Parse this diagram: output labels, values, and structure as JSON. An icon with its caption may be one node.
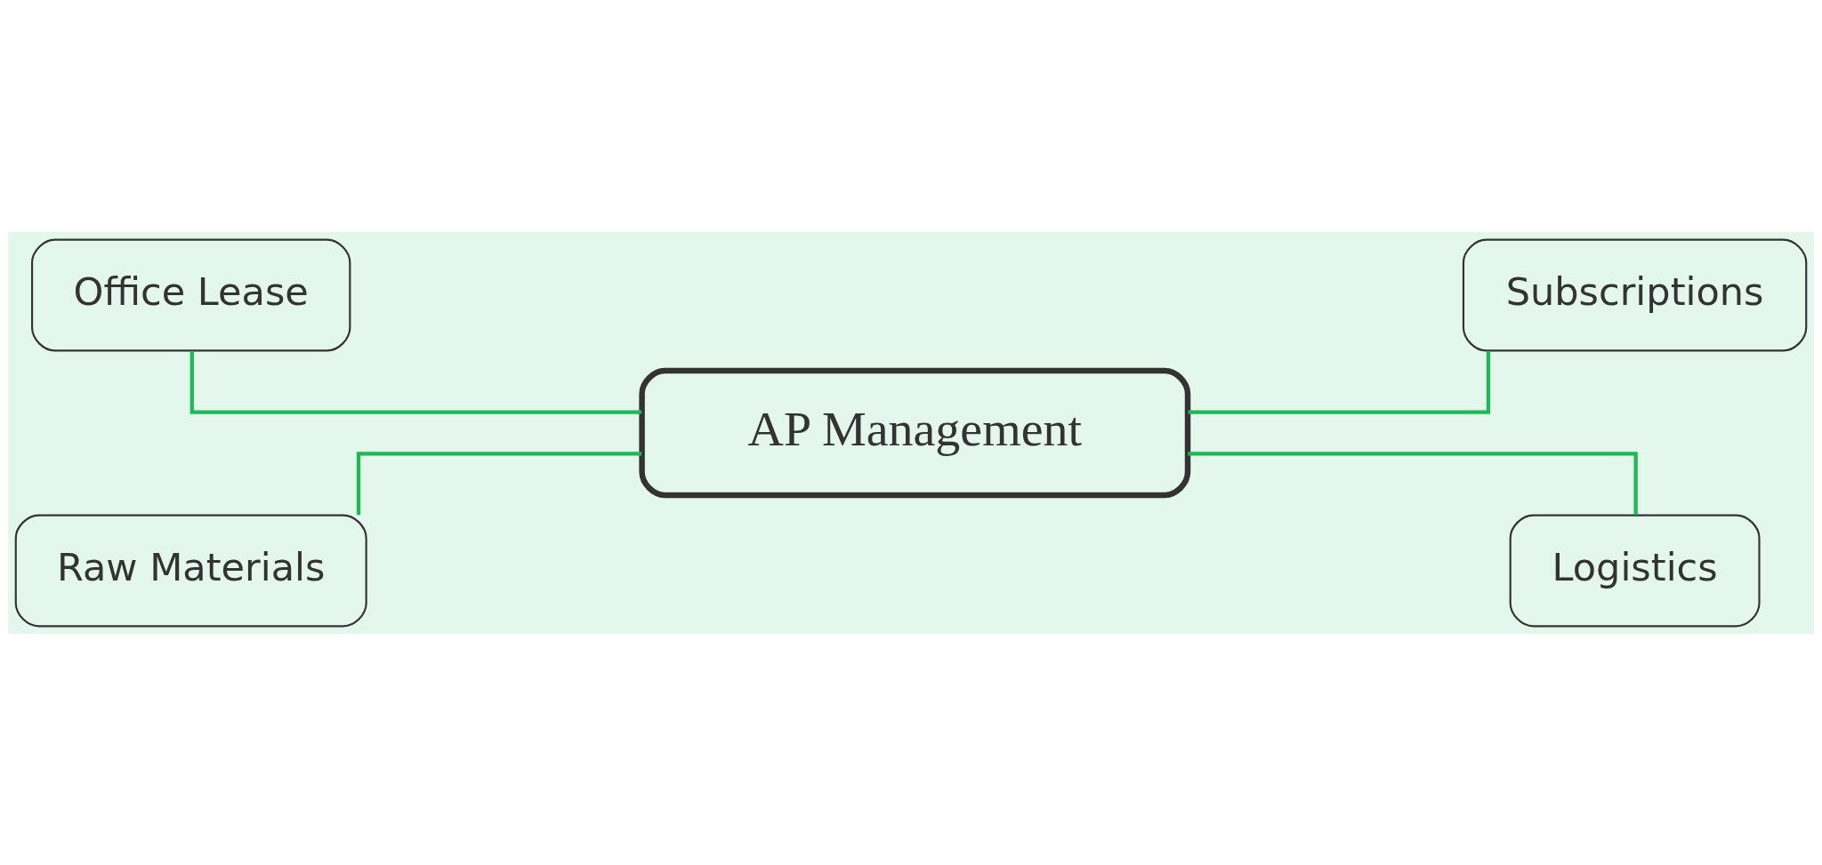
{
  "diagram": {
    "nodes": [
      {
        "text": [
          "Office Lease"
        ]
      },
      {
        "text": [
          "Subscriptions"
        ]
      },
      {
        "text": [
          "AP Management"
        ]
      },
      {
        "text": [
          "Raw Materials"
        ]
      },
      {
        "text": [
          "Logistics"
        ]
      }
    ],
    "edges": [
      {
        "from": 0,
        "to": 2,
        "arrow": "none"
      },
      {
        "from": 3,
        "to": 2,
        "arrow": "none"
      },
      {
        "from": 2,
        "to": 1,
        "arrow": "none"
      },
      {
        "from": 2,
        "to": 4,
        "arrow": "none"
      }
    ]
  }
}
